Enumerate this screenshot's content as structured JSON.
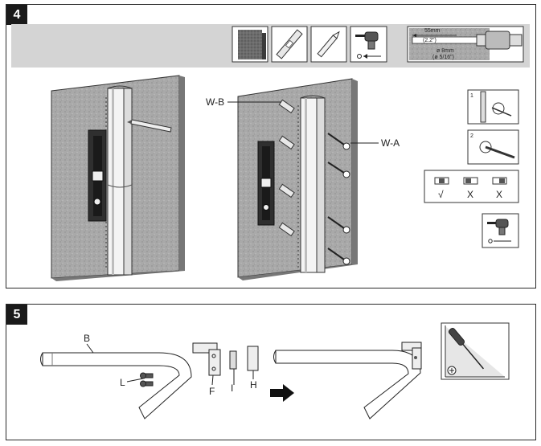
{
  "step4": {
    "number": "4",
    "labels": {
      "wb": "W-B",
      "wa": "W-A"
    },
    "drill_info": {
      "depth": "55mm",
      "depth_in": "(2.2\")",
      "diameter": "ø 8mm",
      "diameter_in": "(ø 5/16\")"
    },
    "substeps": {
      "one": "1",
      "two": "2"
    },
    "level_marks": [
      "√",
      "X",
      "X"
    ]
  },
  "step5": {
    "number": "5",
    "labels": {
      "b": "B",
      "l": "L",
      "f": "F",
      "i": "I",
      "h": "H"
    }
  },
  "icons": [
    "concrete-wall-icon",
    "spirit-level-icon",
    "pencil-icon",
    "drill-icon",
    "screwdriver-icon"
  ]
}
